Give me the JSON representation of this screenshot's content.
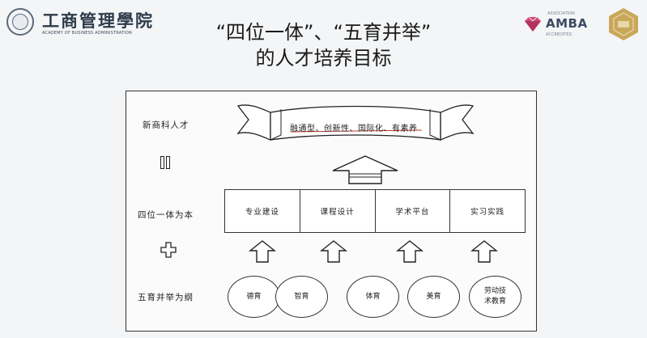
{
  "header": {
    "school_name": "工商管理學院",
    "school_name_en": "ACADEMY OF BUSINESS ADMINISTRATION",
    "title_line1": "“四位一体”、“五育并举”",
    "title_line2": "的人才培养目标",
    "amba_label": "AMBA",
    "amba_top": "ASSOCIATION",
    "amba_bottom": "ACCREDITED"
  },
  "diagram": {
    "rows": [
      {
        "label": "新商科人才"
      },
      {
        "label": "四位一体为本"
      },
      {
        "label": "五育并举为纲"
      }
    ],
    "banner": "融通型、创新性、国际化、有素养",
    "pillars": [
      "专业建设",
      "课程设计",
      "学术平台",
      "实习实践"
    ],
    "virtues": [
      "德育",
      "智育",
      "体育",
      "美育",
      "劳动技术教育"
    ],
    "colors": {
      "banner_underline": "#c0392b",
      "amba_diamond": "#c23b6a",
      "gold": "#c9a75a"
    }
  }
}
